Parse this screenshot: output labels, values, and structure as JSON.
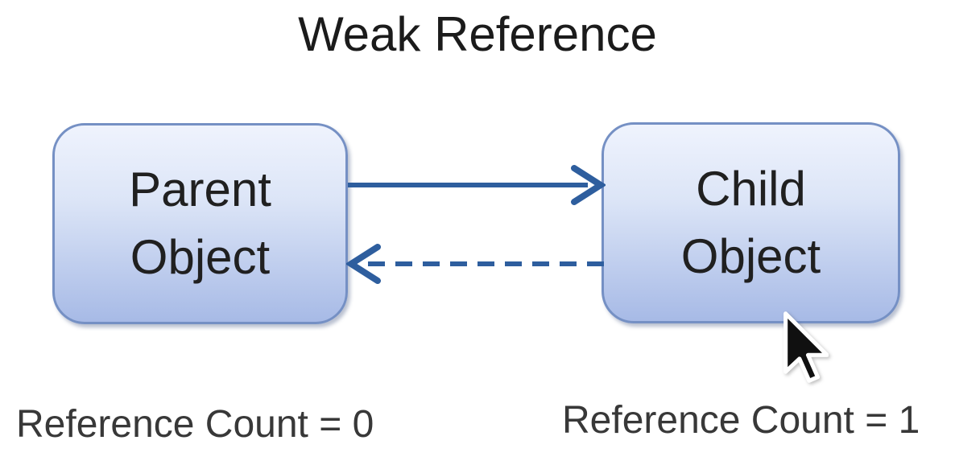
{
  "title": "Weak Reference",
  "diagram": {
    "parent_box": {
      "line1": "Parent",
      "line2": "Object"
    },
    "child_box": {
      "line1": "Child",
      "line2": "Object"
    },
    "labels": {
      "parent_ref_count": "Reference Count = 0",
      "child_ref_count": "Reference Count = 1"
    },
    "arrows": [
      {
        "name": "strong-reference",
        "from": "Parent Object",
        "to": "Child Object",
        "style": "solid"
      },
      {
        "name": "weak-reference",
        "from": "Child Object",
        "to": "Parent Object",
        "style": "dashed"
      }
    ]
  },
  "colors": {
    "arrow": "#2e5e9e",
    "box_border": "#7590c4",
    "box_fill_top": "#eff3fd",
    "box_fill_bottom": "#a7bae6",
    "title_text": "#1b1b1b",
    "label_text": "#383838"
  },
  "cursor": {
    "icon": "arrow-pointer"
  }
}
